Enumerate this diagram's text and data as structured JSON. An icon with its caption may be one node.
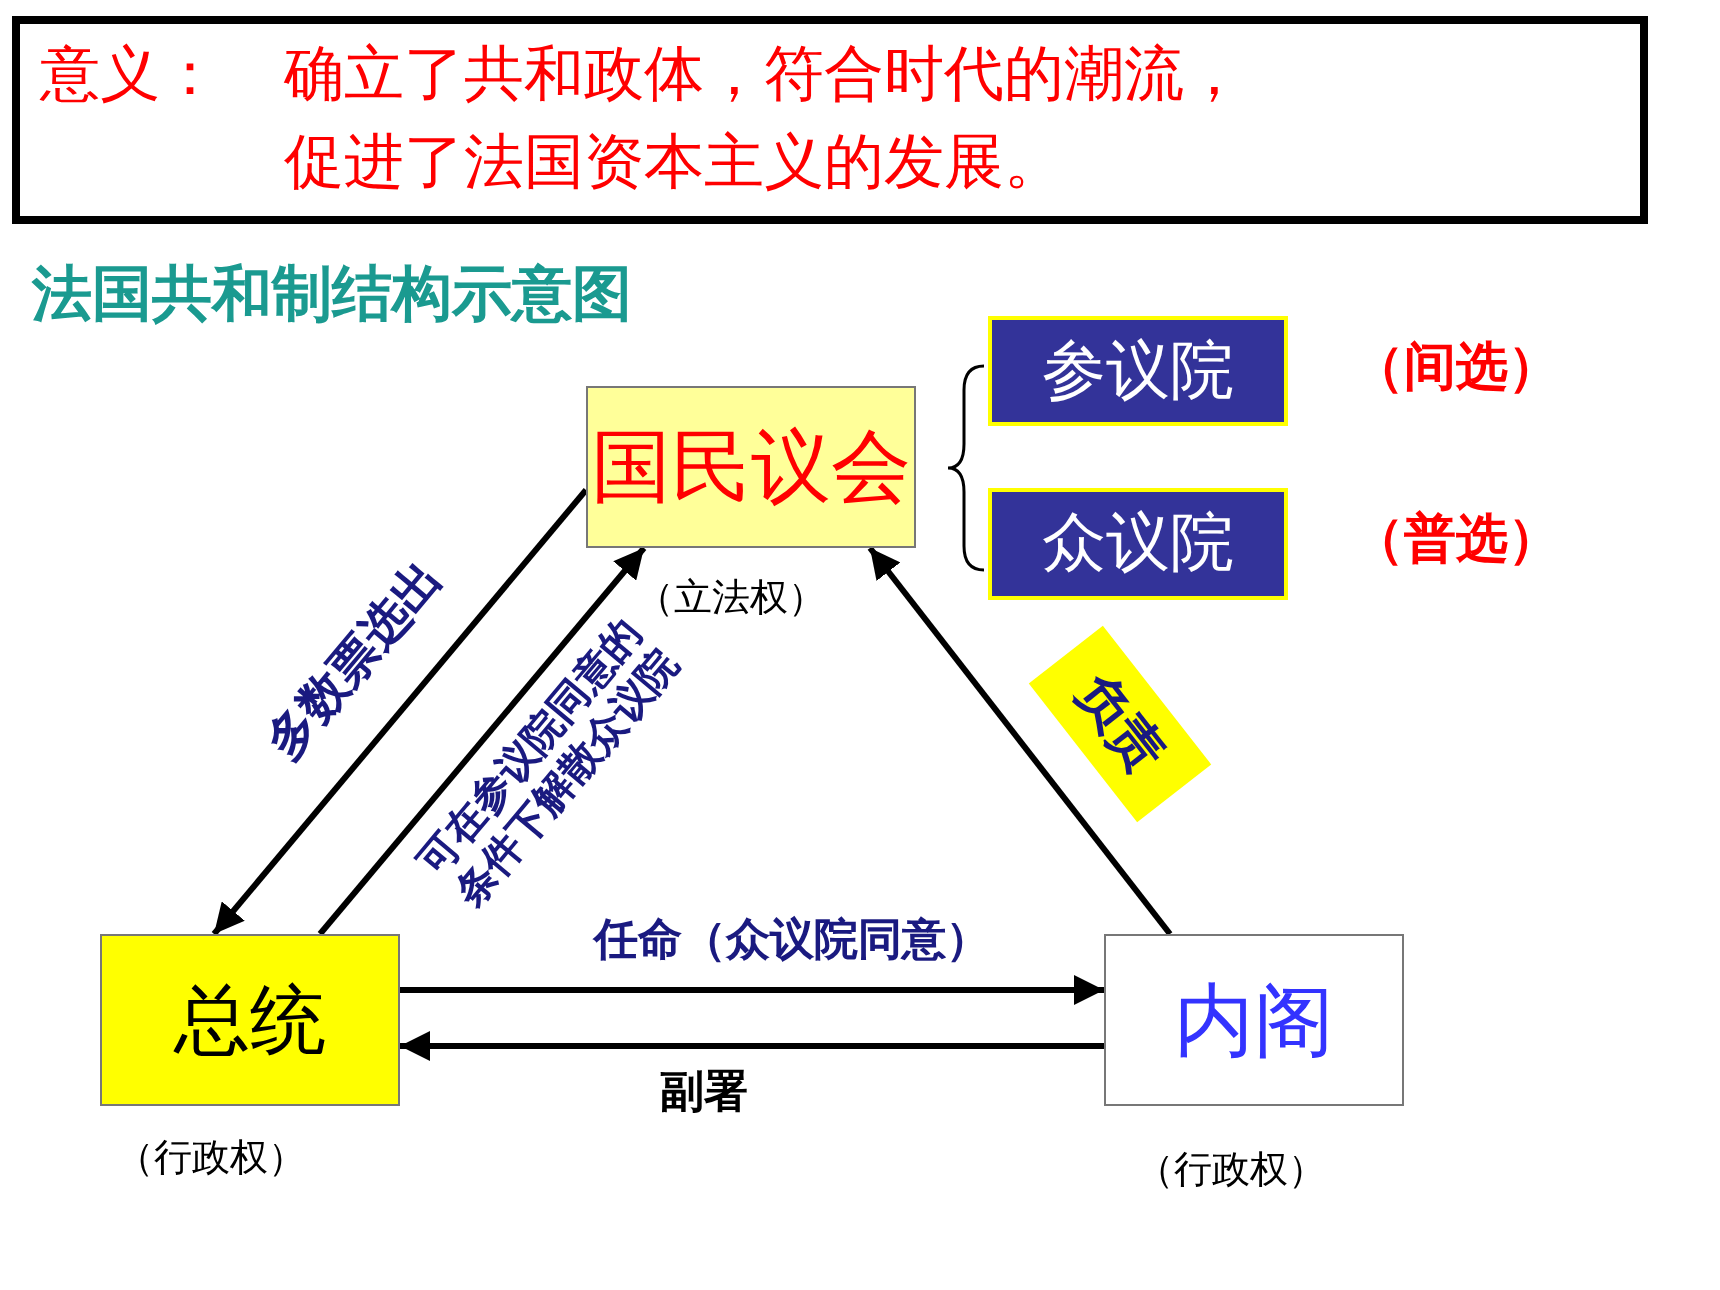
{
  "diagram": {
    "title": "法国共和制结构示意图",
    "nodes": [
      {
        "text": [
          "意义：",
          "确立了共和政体，符合时代的潮流，促进了法国资本主义的发展。"
        ]
      },
      {
        "text": [
          "国民议会"
        ],
        "beside": [
          "（立法权）"
        ]
      },
      {
        "text": [
          "参议院"
        ],
        "beside": [
          "（间选）"
        ]
      },
      {
        "text": [
          "众议院"
        ],
        "beside": [
          "（普选）"
        ]
      },
      {
        "text": [
          "总统"
        ],
        "beside": [
          "（行政权）"
        ]
      },
      {
        "text": [
          "内阁"
        ],
        "beside": [
          "（行政权）"
        ]
      }
    ],
    "edges": [
      {
        "from": 1,
        "to": 4,
        "arrow": "to",
        "label": "多数票选出"
      },
      {
        "from": 4,
        "to": 1,
        "arrow": "to",
        "label": "可在参议院同意的条件下解散众议院"
      },
      {
        "from": 4,
        "to": 5,
        "arrow": "to",
        "label": "任命（众议院同意）"
      },
      {
        "from": 5,
        "to": 4,
        "arrow": "to",
        "label": "副署"
      },
      {
        "from": 5,
        "to": 1,
        "arrow": "to",
        "label": "负责"
      }
    ]
  }
}
